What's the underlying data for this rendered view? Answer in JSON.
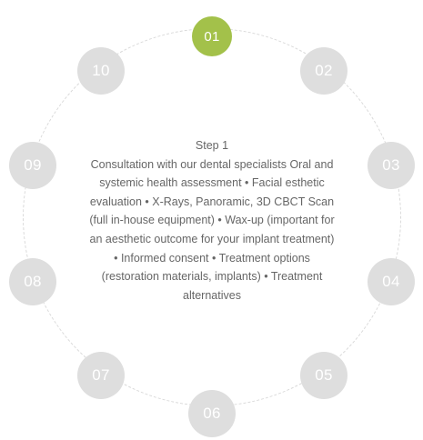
{
  "active_step": "01",
  "steps": [
    {
      "label": "01"
    },
    {
      "label": "02"
    },
    {
      "label": "03"
    },
    {
      "label": "04"
    },
    {
      "label": "05"
    },
    {
      "label": "06"
    },
    {
      "label": "07"
    },
    {
      "label": "08"
    },
    {
      "label": "09"
    },
    {
      "label": "10"
    }
  ],
  "detail": {
    "title": "Step 1",
    "body": "Consultation with our dental specialists Oral and systemic health assessment • Facial esthetic evaluation • X-Rays, Panoramic, 3D CBCT Scan (full in-house equipment) • Wax-up (important for an aesthetic outcome for your implant treatment) • Informed consent • Treatment options (restoration materials, implants) • Treatment alternatives"
  },
  "colors": {
    "active": "#a3c14a",
    "inactive": "#dedede",
    "text": "#666666",
    "ring": "#d9d9d9"
  }
}
